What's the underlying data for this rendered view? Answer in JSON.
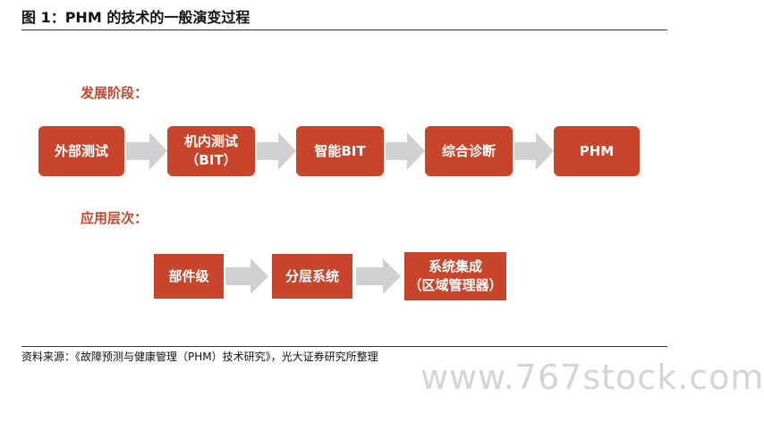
{
  "title": "图 1：PHM 的技术的一般演变过程",
  "colors": {
    "accent": "#c8442a",
    "arrow": "#d0d0d0"
  },
  "development": {
    "label": "发展阶段：",
    "stages": [
      {
        "line1": "外部测试",
        "line2": ""
      },
      {
        "line1": "机内测试",
        "line2": "（BIT）"
      },
      {
        "line1": "智能BIT",
        "line2": ""
      },
      {
        "line1": "综合诊断",
        "line2": ""
      },
      {
        "line1": "PHM",
        "line2": ""
      }
    ]
  },
  "application": {
    "label": "应用层次：",
    "levels": [
      {
        "line1": "部件级",
        "line2": ""
      },
      {
        "line1": "分层系统",
        "line2": ""
      },
      {
        "line1": "系统集成",
        "line2": "（区域管理器）"
      }
    ]
  },
  "source": "资料来源：《故障预测与健康管理（PHM）技术研究》，光大证券研究所整理",
  "watermark": "www.767stock.com"
}
